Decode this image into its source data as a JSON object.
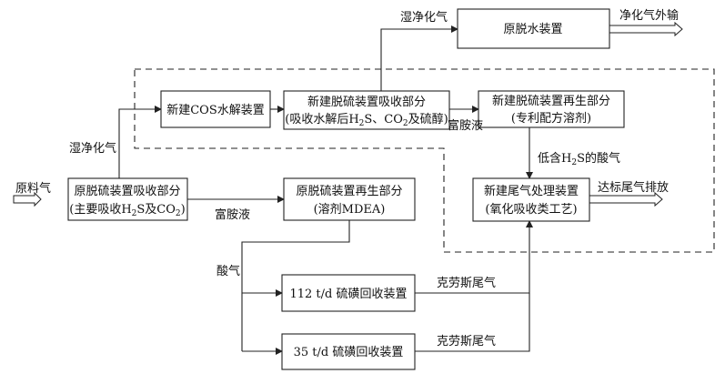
{
  "boxes": {
    "orig_dewater": "原脱水装置",
    "cos": "新建COS水解装置",
    "new_abs_1": "新建脱硫装置吸收部分",
    "new_abs_2a": "(吸收水解后H",
    "new_abs_2b": "S、CO",
    "new_abs_2c": "及硫醇)",
    "new_regen_1": "新建脱硫装置再生部分",
    "new_regen_2": "(专利配方溶剂)",
    "orig_abs_1": "原脱硫装置吸收部分",
    "orig_abs_2a": "(主要吸收H",
    "orig_abs_2b": "S及CO",
    "orig_abs_2c": ")",
    "orig_regen_1": "原脱硫装置再生部分",
    "orig_regen_2": "(溶剂MDEA)",
    "tail_1": "新建尾气处理装置",
    "tail_2": "(氧化吸收类工艺)",
    "sru112": "112 t/d 硫磺回收装置",
    "sru35": "35 t/d 硫磺回收装置"
  },
  "labels": {
    "wet_gas_top": "湿净化气",
    "purified_out": "净化气外输",
    "wet_gas_left": "湿净化气",
    "rich_amine_1": "富胺液",
    "feed_gas": "原料气",
    "rich_amine_2": "富胺液",
    "low_h2s_a": "低含H",
    "low_h2s_b": "S的酸气",
    "tail_out": "达标尾气排放",
    "acid_gas": "酸气",
    "claus_1": "克劳斯尾气",
    "claus_2": "克劳斯尾气"
  },
  "subscript": "2"
}
